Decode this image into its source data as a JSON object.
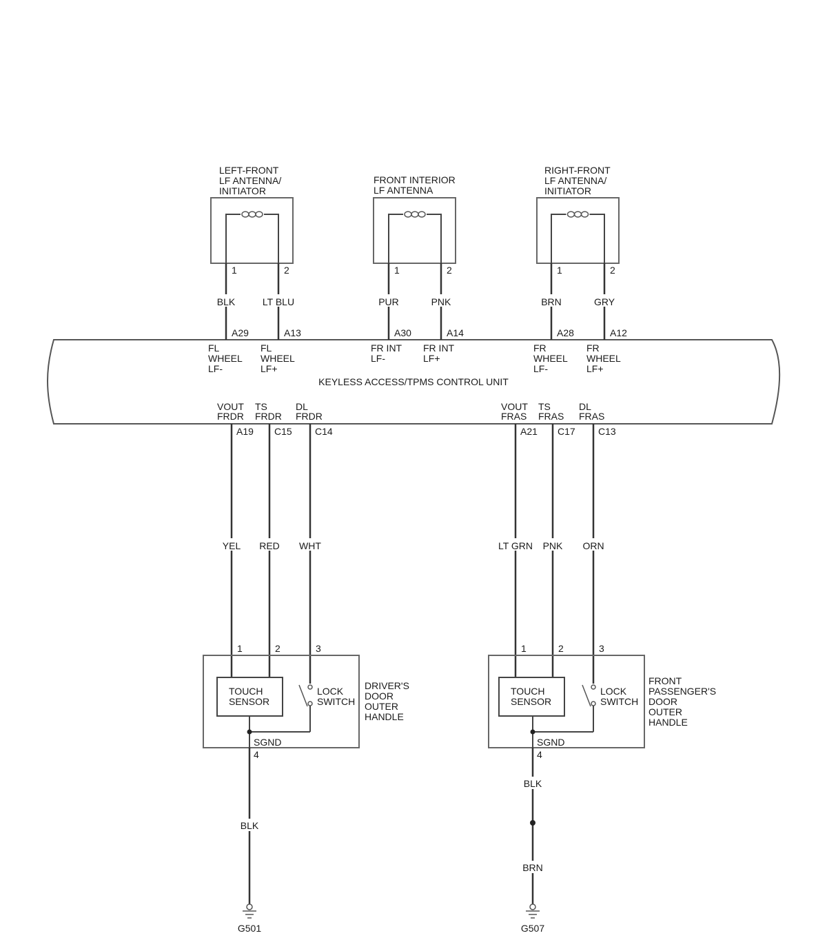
{
  "antennas": [
    {
      "title": [
        "LEFT-FRONT",
        "LF ANTENNA/",
        "INITIATOR"
      ],
      "pins": [
        "1",
        "2"
      ],
      "wires": [
        "BLK",
        "LT BLU"
      ],
      "terminals": [
        "A29",
        "A13"
      ],
      "signals": [
        [
          "FL",
          "WHEEL",
          "LF-"
        ],
        [
          "FL",
          "WHEEL",
          "LF+"
        ]
      ]
    },
    {
      "title": [
        "FRONT INTERIOR",
        "LF ANTENNA"
      ],
      "pins": [
        "1",
        "2"
      ],
      "wires": [
        "PUR",
        "PNK"
      ],
      "terminals": [
        "A30",
        "A14"
      ],
      "signals": [
        [
          "FR INT",
          "LF-"
        ],
        [
          "FR INT",
          "LF+"
        ]
      ]
    },
    {
      "title": [
        "RIGHT-FRONT",
        "LF ANTENNA/",
        "INITIATOR"
      ],
      "pins": [
        "1",
        "2"
      ],
      "wires": [
        "BRN",
        "GRY"
      ],
      "terminals": [
        "A28",
        "A12"
      ],
      "signals": [
        [
          "FR",
          "WHEEL",
          "LF-"
        ],
        [
          "FR",
          "WHEEL",
          "LF+"
        ]
      ]
    }
  ],
  "control_unit": {
    "label": "KEYLESS ACCESS/TPMS CONTROL UNIT"
  },
  "handles": [
    {
      "title": [
        "DRIVER'S",
        "DOOR",
        "OUTER",
        "HANDLE"
      ],
      "signals": [
        [
          "VOUT",
          "FRDR"
        ],
        [
          "TS",
          "FRDR"
        ],
        [
          "DL",
          "FRDR"
        ]
      ],
      "terminals": [
        "A19",
        "C15",
        "C14"
      ],
      "wires": [
        "YEL",
        "RED",
        "WHT"
      ],
      "pins": [
        "1",
        "2",
        "3"
      ],
      "sensor": [
        "TOUCH",
        "SENSOR"
      ],
      "switch": [
        "LOCK",
        "SWITCH"
      ],
      "sgnd": "SGND",
      "sgnd_pin": "4",
      "ground_wires": [
        "BLK"
      ],
      "ground": "G501"
    },
    {
      "title": [
        "FRONT",
        "PASSENGER'S",
        "DOOR",
        "OUTER",
        "HANDLE"
      ],
      "signals": [
        [
          "VOUT",
          "FRAS"
        ],
        [
          "TS",
          "FRAS"
        ],
        [
          "DL",
          "FRAS"
        ]
      ],
      "terminals": [
        "A21",
        "C17",
        "C13"
      ],
      "wires": [
        "LT GRN",
        "PNK",
        "ORN"
      ],
      "pins": [
        "1",
        "2",
        "3"
      ],
      "sensor": [
        "TOUCH",
        "SENSOR"
      ],
      "switch": [
        "LOCK",
        "SWITCH"
      ],
      "sgnd": "SGND",
      "sgnd_pin": "4",
      "ground_wires": [
        "BLK",
        "BRN"
      ],
      "ground": "G507"
    }
  ]
}
